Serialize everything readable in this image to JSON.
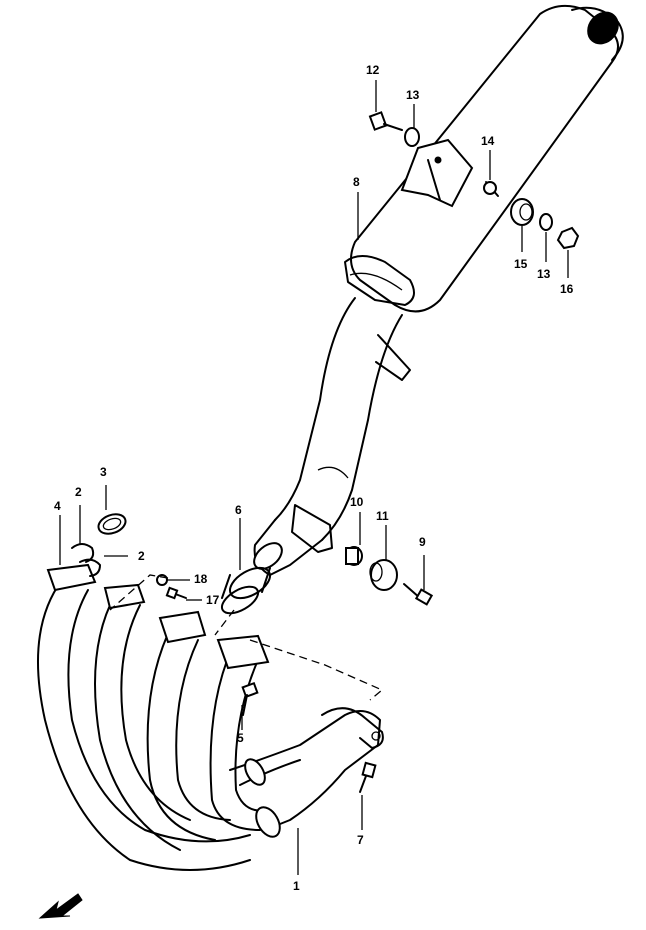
{
  "callouts": [
    {
      "id": "c1",
      "text": "1"
    },
    {
      "id": "c2a",
      "text": "2"
    },
    {
      "id": "c2b",
      "text": "2"
    },
    {
      "id": "c3",
      "text": "3"
    },
    {
      "id": "c4",
      "text": "4"
    },
    {
      "id": "c5",
      "text": "5"
    },
    {
      "id": "c6",
      "text": "6"
    },
    {
      "id": "c7",
      "text": "7"
    },
    {
      "id": "c8",
      "text": "8"
    },
    {
      "id": "c9",
      "text": "9"
    },
    {
      "id": "c10",
      "text": "10"
    },
    {
      "id": "c11",
      "text": "11"
    },
    {
      "id": "c12",
      "text": "12"
    },
    {
      "id": "c13a",
      "text": "13"
    },
    {
      "id": "c13b",
      "text": "13"
    },
    {
      "id": "c14",
      "text": "14"
    },
    {
      "id": "c15",
      "text": "15"
    },
    {
      "id": "c16",
      "text": "16"
    },
    {
      "id": "c17",
      "text": "17"
    },
    {
      "id": "c18",
      "text": "18"
    }
  ],
  "icons": {
    "direction": "front-arrow-icon"
  },
  "colors": {
    "ink": "#000000",
    "paper": "#ffffff"
  }
}
